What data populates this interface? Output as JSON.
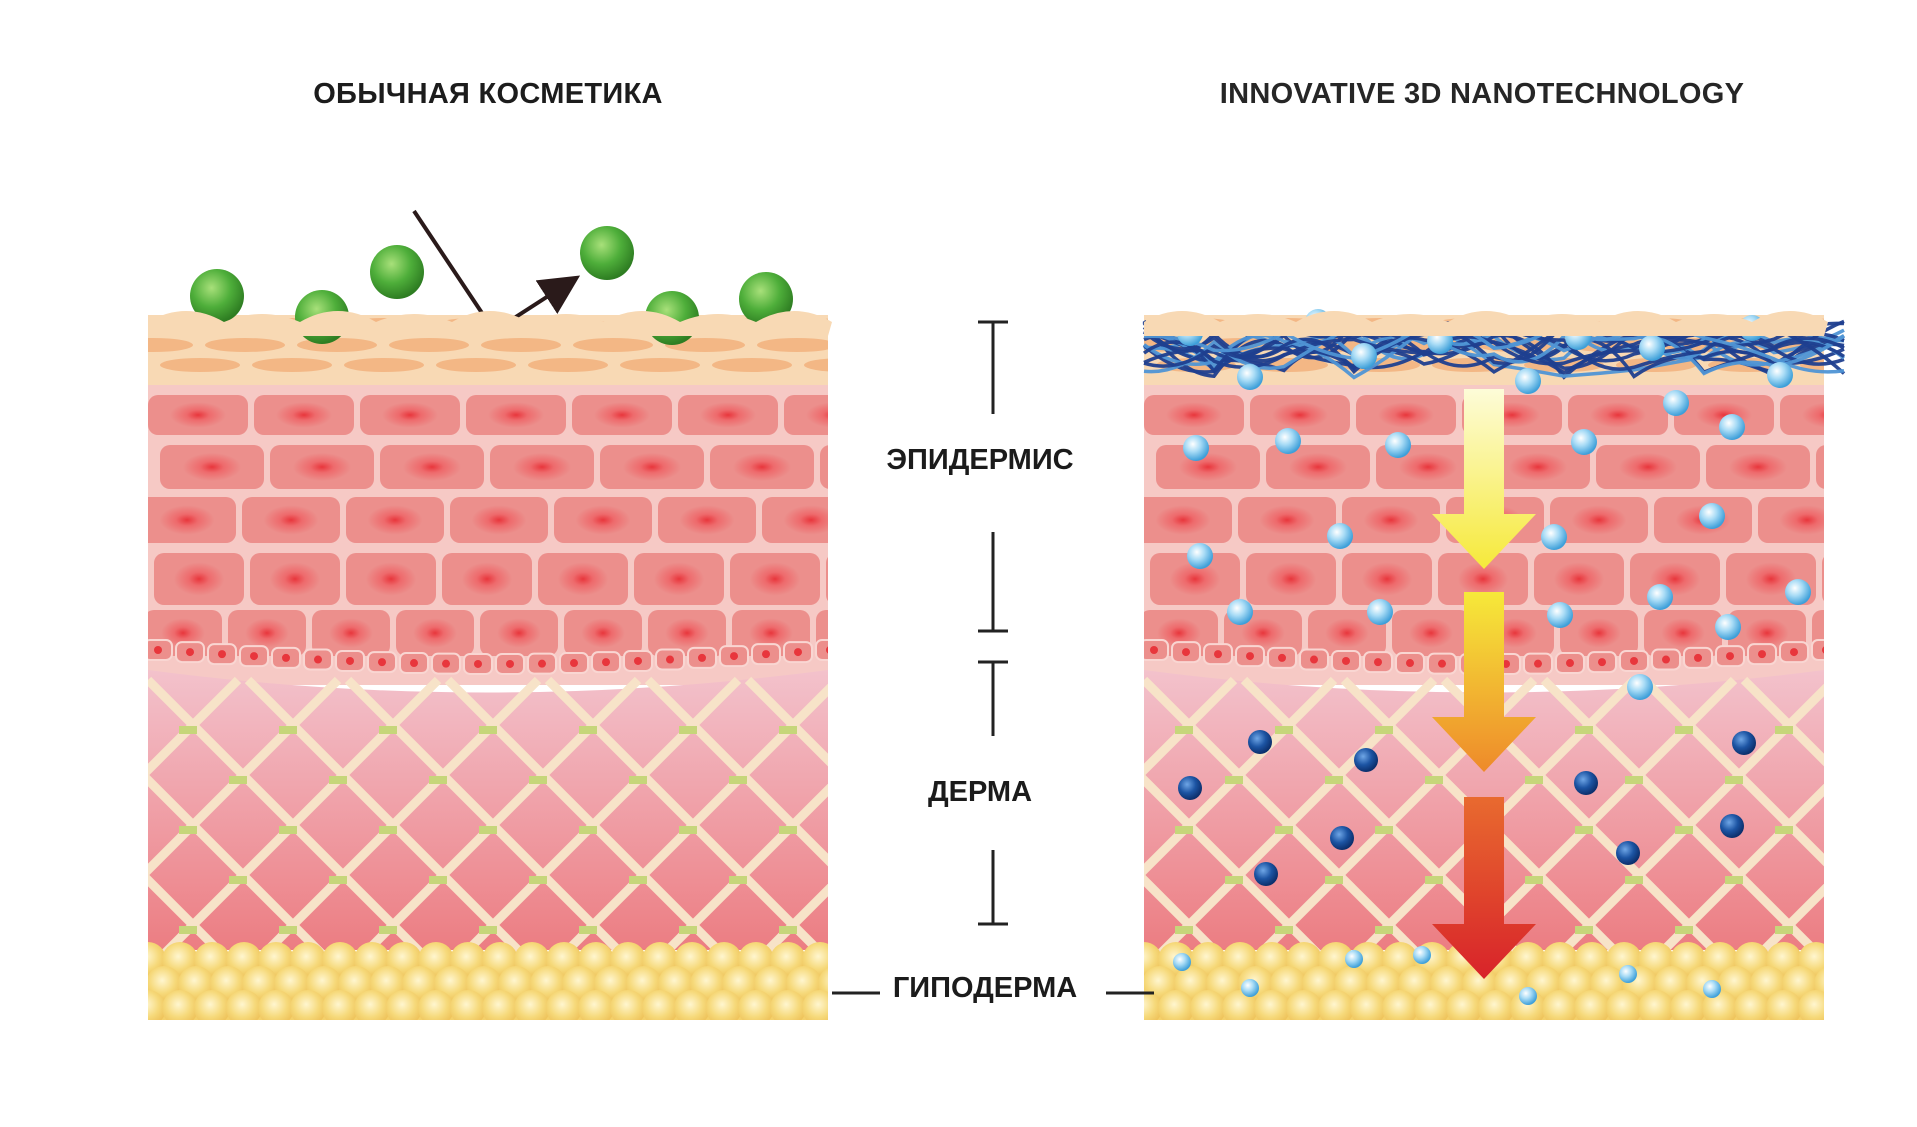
{
  "titles": {
    "left": "ОБЫЧНАЯ КОСМЕТИКА",
    "right": "INNOVATIVE 3D NANOTECHNOLOGY"
  },
  "layers": {
    "epidermis": "ЭПИДЕРМИС",
    "dermis": "ДЕРМА",
    "hypodermis": "ГИПОДЕРМА"
  },
  "colors": {
    "stratum_corneum": "#f8d9b4",
    "corneum_cell": "#f2b07c",
    "epidermis_bg": "#f6c9c5",
    "epidermis_cell": "#ec8f8c",
    "cell_nucleus": "#e8363c",
    "dermis_top": "#f3c2cc",
    "dermis_bottom": "#ec7d82",
    "collagen_fiber": "#f7e3c8",
    "fiber_node": "#c6d67a",
    "fat_cell": "#f6d97a",
    "green_molecule": "#3fa02f",
    "nano_mesh_dark": "#1f3f8f",
    "nano_mesh_light": "#4f95d5",
    "nano_particle_light": "#7ec8ef",
    "nano_particle_dark": "#1b5aa6",
    "arrow_yellow": "#f6ee3a",
    "arrow_orange": "#f09a2a",
    "arrow_red": "#e0302a",
    "scale_line": "#222222"
  },
  "icons": {
    "reflected_arrow": "reflect-arrow-icon",
    "penetration_arrow": "down-arrow-icon"
  }
}
